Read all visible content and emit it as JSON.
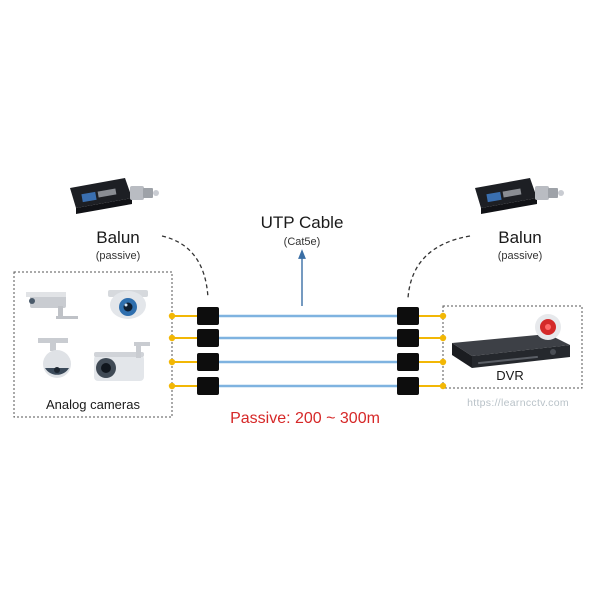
{
  "labels": {
    "balun_left": "Balun",
    "balun_left_sub": "(passive)",
    "balun_right": "Balun",
    "balun_right_sub": "(passive)",
    "cable_title": "UTP Cable",
    "cable_sub": "(Cat5e)",
    "cameras": "Analog cameras",
    "dvr": "DVR",
    "distance": "Passive: 200 ~ 300m",
    "watermark": "https://learncctv.com"
  },
  "colors": {
    "cable": "#7fb3e0",
    "lead": "#f2b705",
    "connector": "#0d0d0d",
    "distance": "#d62828",
    "dash": "#333333"
  },
  "channels": 4,
  "icons": [
    "bullet-camera-icon",
    "dome-camera-icon",
    "ptz-camera-icon",
    "box-camera-icon",
    "dvr-icon",
    "balun-icon"
  ]
}
